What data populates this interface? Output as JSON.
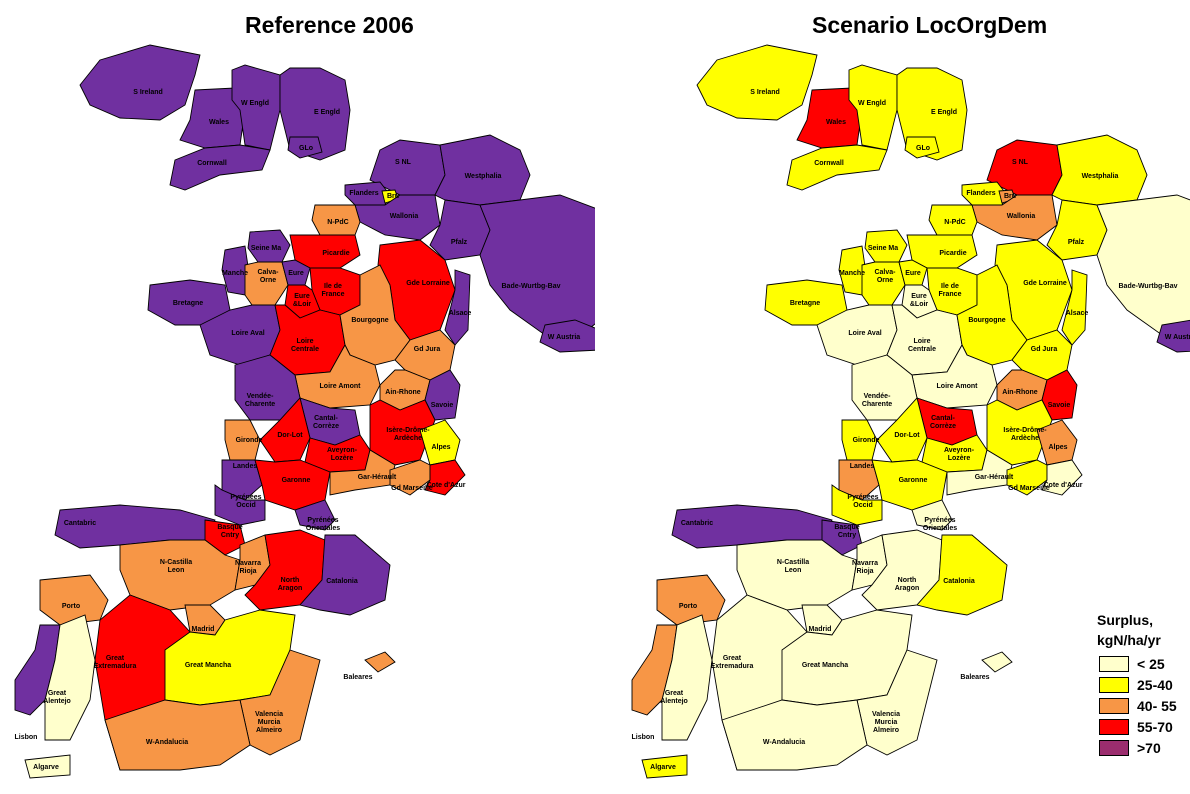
{
  "maps": {
    "left_title": "Reference 2006",
    "right_title": "Scenario LocOrgDem"
  },
  "colors": {
    "c1": "#ffffcc",
    "c2": "#ffff00",
    "c3": "#f79646",
    "c4": "#ff0000",
    "c5": "#7030a0"
  },
  "legend": {
    "title_line1": "Surplus,",
    "title_line2": "kgN/ha/yr",
    "items": [
      {
        "label": "< 25",
        "color": "#ffffcc"
      },
      {
        "label": "25-40",
        "color": "#ffff00"
      },
      {
        "label": "40- 55",
        "color": "#f79646"
      },
      {
        "label": "55-70",
        "color": "#ff0000"
      },
      {
        "label": ">70",
        "color": "#9b2d6e"
      }
    ]
  },
  "regions": [
    {
      "name": "S Ireland",
      "label": "S Ireland",
      "ref": "c5",
      "scn": "c2"
    },
    {
      "name": "Wales",
      "label": "Wales",
      "ref": "c5",
      "scn": "c4"
    },
    {
      "name": "W Engld",
      "label": "W Engld",
      "ref": "c5",
      "scn": "c2"
    },
    {
      "name": "E Engld",
      "label": "E Engld",
      "ref": "c5",
      "scn": "c2"
    },
    {
      "name": "Cornwall",
      "label": "Cornwall",
      "ref": "c5",
      "scn": "c2"
    },
    {
      "name": "GLo",
      "label": "GLo",
      "ref": "c5",
      "scn": "c2"
    },
    {
      "name": "S NL",
      "label": "S NL",
      "ref": "c5",
      "scn": "c4"
    },
    {
      "name": "Flanders",
      "label": "Flanders",
      "ref": "c5",
      "scn": "c2"
    },
    {
      "name": "Bru",
      "label": "Bru",
      "ref": "c2",
      "scn": "c3"
    },
    {
      "name": "Westphalia",
      "label": "Westphalia",
      "ref": "c5",
      "scn": "c2"
    },
    {
      "name": "Wallonia",
      "label": "Wallonia",
      "ref": "c5",
      "scn": "c3"
    },
    {
      "name": "Pfalz",
      "label": "Pfalz",
      "ref": "c5",
      "scn": "c2"
    },
    {
      "name": "Bade-Wurtbg-Bav",
      "label": "Bade-Wurtbg-Bav",
      "ref": "c5",
      "scn": "c1"
    },
    {
      "name": "W Austria",
      "label": "W Austria",
      "ref": "c5",
      "scn": "c5"
    },
    {
      "name": "N-PdC",
      "label": "N-PdC",
      "ref": "c3",
      "scn": "c2"
    },
    {
      "name": "Seine Ma",
      "label": "Seine Ma",
      "ref": "c5",
      "scn": "c2"
    },
    {
      "name": "Picardie",
      "label": "Picardie",
      "ref": "c4",
      "scn": "c2"
    },
    {
      "name": "Manche",
      "label": "Manche",
      "ref": "c5",
      "scn": "c2"
    },
    {
      "name": "Calva-Orne",
      "label": "Calva-\nOrne",
      "ref": "c3",
      "scn": "c2"
    },
    {
      "name": "Eure",
      "label": "Eure",
      "ref": "c5",
      "scn": "c2"
    },
    {
      "name": "Ile de France",
      "label": "Ile de\nFrance",
      "ref": "c4",
      "scn": "c2"
    },
    {
      "name": "Eure & Loir",
      "label": "Eure\n&Loir",
      "ref": "c4",
      "scn": "c1"
    },
    {
      "name": "Gde Lorraine",
      "label": "Gde Lorraine",
      "ref": "c4",
      "scn": "c2"
    },
    {
      "name": "Alsace",
      "label": "Alsace",
      "ref": "c5",
      "scn": "c2"
    },
    {
      "name": "Bretagne",
      "label": "Bretagne",
      "ref": "c5",
      "scn": "c2"
    },
    {
      "name": "Loire Aval",
      "label": "Loire Aval",
      "ref": "c5",
      "scn": "c1"
    },
    {
      "name": "Loire Centrale",
      "label": "Loire\nCentrale",
      "ref": "c4",
      "scn": "c1"
    },
    {
      "name": "Bourgogne",
      "label": "Bourgogne",
      "ref": "c3",
      "scn": "c2"
    },
    {
      "name": "Gd Jura",
      "label": "Gd Jura",
      "ref": "c3",
      "scn": "c2"
    },
    {
      "name": "Loire Amont",
      "label": "Loire Amont",
      "ref": "c3",
      "scn": "c1"
    },
    {
      "name": "Ain-Rhone",
      "label": "Ain-Rhone",
      "ref": "c3",
      "scn": "c3"
    },
    {
      "name": "Savoie",
      "label": "Savoie",
      "ref": "c5",
      "scn": "c4"
    },
    {
      "name": "Vendee-Charente",
      "label": "Vendée-\nCharente",
      "ref": "c5",
      "scn": "c1"
    },
    {
      "name": "Cantal-Correze",
      "label": "Cantal-\nCorrèze",
      "ref": "c5",
      "scn": "c4"
    },
    {
      "name": "Gironde",
      "label": "Gironde",
      "ref": "c3",
      "scn": "c2"
    },
    {
      "name": "Dor-Lot",
      "label": "Dor-Lot",
      "ref": "c4",
      "scn": "c2"
    },
    {
      "name": "Isere-Drome-Ardeche",
      "label": "Isère-Drôme-\nArdèche",
      "ref": "c4",
      "scn": "c2"
    },
    {
      "name": "Alpes",
      "label": "Alpes",
      "ref": "c2",
      "scn": "c3"
    },
    {
      "name": "Landes",
      "label": "Landes",
      "ref": "c5",
      "scn": "c3"
    },
    {
      "name": "Aveyron-Lozere",
      "label": "Aveyron-\nLozère",
      "ref": "c4",
      "scn": "c2"
    },
    {
      "name": "Garonne",
      "label": "Garonne",
      "ref": "c4",
      "scn": "c2"
    },
    {
      "name": "Gar-Herault",
      "label": "Gar-Hérault",
      "ref": "c3",
      "scn": "c1"
    },
    {
      "name": "Gd Marseille",
      "label": "Gd Marseille",
      "ref": "c3",
      "scn": "c2"
    },
    {
      "name": "Cote d'Azur",
      "label": "Cote d'Azur",
      "ref": "c4",
      "scn": "c1"
    },
    {
      "name": "Pyrenees Occid",
      "label": "Pyrénées\nOccid",
      "ref": "c5",
      "scn": "c2"
    },
    {
      "name": "Pyrenees Orientales",
      "label": "Pyrénées\nOrientales",
      "ref": "c5",
      "scn": "c1"
    },
    {
      "name": "Cantabric",
      "label": "Cantabric",
      "ref": "c5",
      "scn": "c5"
    },
    {
      "name": "Basque Cntry",
      "label": "Basque\nCntry",
      "ref": "c4",
      "scn": "c5"
    },
    {
      "name": "N-Castilla Leon",
      "label": "N-Castilla\nLeon",
      "ref": "c3",
      "scn": "c1"
    },
    {
      "name": "Navarra Rioja",
      "label": "Navarra\nRioja",
      "ref": "c3",
      "scn": "c1"
    },
    {
      "name": "North Aragon",
      "label": "North\nAragon",
      "ref": "c4",
      "scn": "c1"
    },
    {
      "name": "Catalonia",
      "label": "Catalonia",
      "ref": "c5",
      "scn": "c2"
    },
    {
      "name": "Porto",
      "label": "Porto",
      "ref": "c3",
      "scn": "c3"
    },
    {
      "name": "Madrid",
      "label": "Madrid",
      "ref": "c3",
      "scn": "c1"
    },
    {
      "name": "Great Extremadura",
      "label": "Great\nExtremadura",
      "ref": "c4",
      "scn": "c1"
    },
    {
      "name": "Great Mancha",
      "label": "Great Mancha",
      "ref": "c2",
      "scn": "c1"
    },
    {
      "name": "Baleares",
      "label": "Baleares",
      "ref": "c3",
      "scn": "c1"
    },
    {
      "name": "Lisbon",
      "label": "Lisbon",
      "ref": "c5",
      "scn": "c3"
    },
    {
      "name": "Great Alentejo",
      "label": "Great\nAlentejo",
      "ref": "c1",
      "scn": "c1"
    },
    {
      "name": "Valencia Murcia Almeiro",
      "label": "Valencia\nMurcia\nAlmeiro",
      "ref": "c3",
      "scn": "c1"
    },
    {
      "name": "W-Andalucia",
      "label": "W-Andalucia",
      "ref": "c3",
      "scn": "c1"
    },
    {
      "name": "Algarve",
      "label": "Algarve",
      "ref": "c1",
      "scn": "c2"
    }
  ]
}
